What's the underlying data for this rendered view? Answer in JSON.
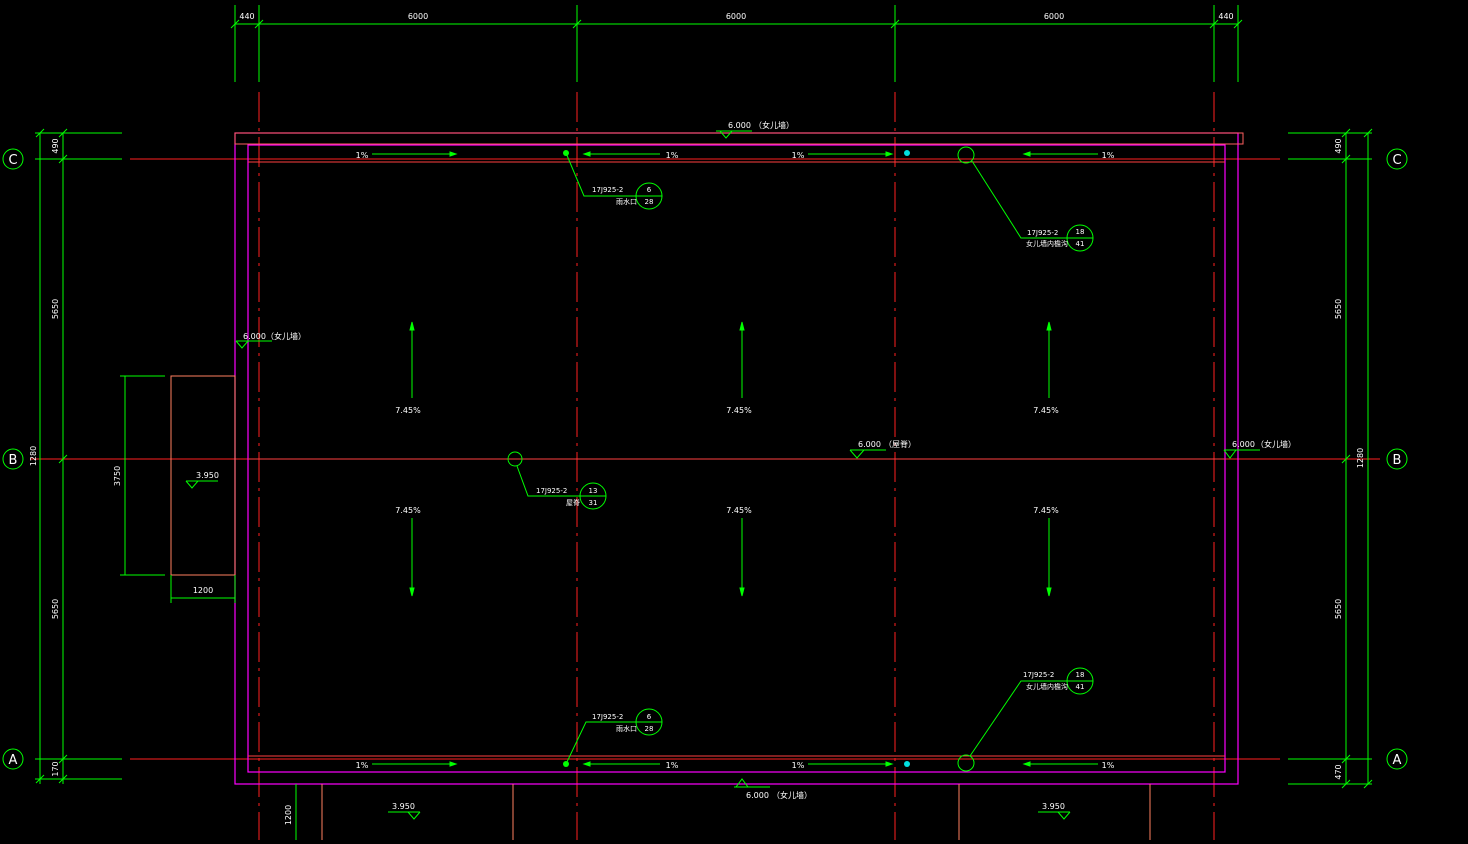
{
  "colors": {
    "background": "#000000",
    "axis_line": "#ff2020",
    "dimension": "#00ff00",
    "parapet": "#ff00ff",
    "outline": "#ff4040",
    "annex": "#ff8060",
    "text": "#ffffff",
    "drain": "#00e0e0"
  },
  "grid_axes": {
    "C": "C",
    "B": "B",
    "A": "A"
  },
  "dimensions": {
    "top": [
      "440",
      "6000",
      "6000",
      "6000",
      "440"
    ],
    "left": [
      "490",
      "5650",
      "5650",
      "170"
    ],
    "left_total": "1280",
    "right": [
      "490",
      "5650",
      "5650",
      "470"
    ],
    "right_total": "1280",
    "annex_height": "3750",
    "annex_width": "1200",
    "bottom_small": "1200"
  },
  "elevations": {
    "top_parapet": {
      "value": "6.000",
      "note": "（女儿墙）"
    },
    "left_parapet": {
      "value": "6.000",
      "note": "（女儿墙）"
    },
    "ridge": {
      "value": "6.000",
      "note": "（屋脊）"
    },
    "right_parapet": {
      "value": "6.000",
      "note": "（女儿墙）"
    },
    "bottom_parapet": {
      "value": "6.000",
      "note": "（女儿墙）"
    },
    "annex_roof": {
      "value": "3.950"
    },
    "lower_left": {
      "value": "3.950"
    },
    "lower_right": {
      "value": "3.950"
    }
  },
  "slopes": {
    "gutter": "1%",
    "roof": "7.45%"
  },
  "details": {
    "top_drain": {
      "ref": "17J925-2",
      "num": "6",
      "page": "28",
      "label": "雨水口"
    },
    "top_right_gutter": {
      "ref": "17J925-2",
      "num": "18",
      "page": "41",
      "label": "女儿墙内檐沟"
    },
    "ridge": {
      "ref": "17J925-2",
      "num": "13",
      "page": "31",
      "label": "屋脊"
    },
    "bottom_right_gutter": {
      "ref": "17J925-2",
      "num": "18",
      "page": "41",
      "label": "女儿墙内檐沟"
    },
    "bottom_drain": {
      "ref": "17J925-2",
      "num": "6",
      "page": "28",
      "label": "雨水口"
    }
  }
}
